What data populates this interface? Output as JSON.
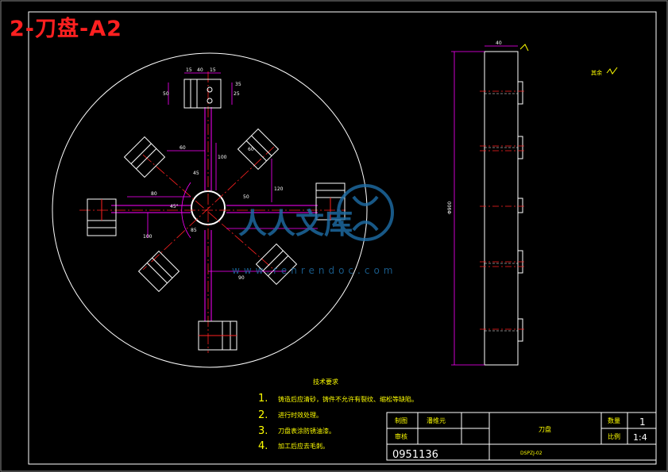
{
  "sheet_title": "2-刀盘-A2",
  "watermark": {
    "text": "人人文库",
    "url": "www.renrendoc.com"
  },
  "tech_requirements": {
    "heading": "技术要求",
    "items": [
      {
        "num": "1.",
        "text": "铸造后应清砂，铸件不允许有裂纹、缩松等缺陷。"
      },
      {
        "num": "2.",
        "text": "进行时效处理。"
      },
      {
        "num": "3.",
        "text": "刀盘表涂防锈油漆。"
      },
      {
        "num": "4.",
        "text": "加工后应去毛刺。"
      }
    ]
  },
  "title_block": {
    "drawn_label": "制图",
    "drawn_name": "潘维元",
    "checked_label": "审核",
    "part_name": "刀盘",
    "qty_label": "数量",
    "qty_value": "1",
    "scale_label": "比例",
    "scale_value": "1:4",
    "drawing_no": "0951136",
    "code": "DSPZJ-02"
  },
  "surface_note": "其余",
  "dimensions": {
    "top_width": "40",
    "top_a": "15",
    "top_b": "15",
    "top_c": "50",
    "top_d": "25",
    "top_e": "35",
    "diag_a": "60",
    "diag_b": "60",
    "left_a": "80",
    "left_b": "100",
    "center_a": "100",
    "center_b": "120",
    "center_c": "45",
    "angle": "45°",
    "side_width": "40",
    "side_height": "Φ900",
    "lower": "90",
    "right_a": "85",
    "right_b": "50"
  },
  "colors": {
    "border": "#ffffff",
    "outline": "#ffffff",
    "dimension": "#ff00ff",
    "centerline": "#ff2020",
    "text_yellow": "#ffff00",
    "title_red": "#ff2020",
    "watermark": "#1e6fa8"
  }
}
